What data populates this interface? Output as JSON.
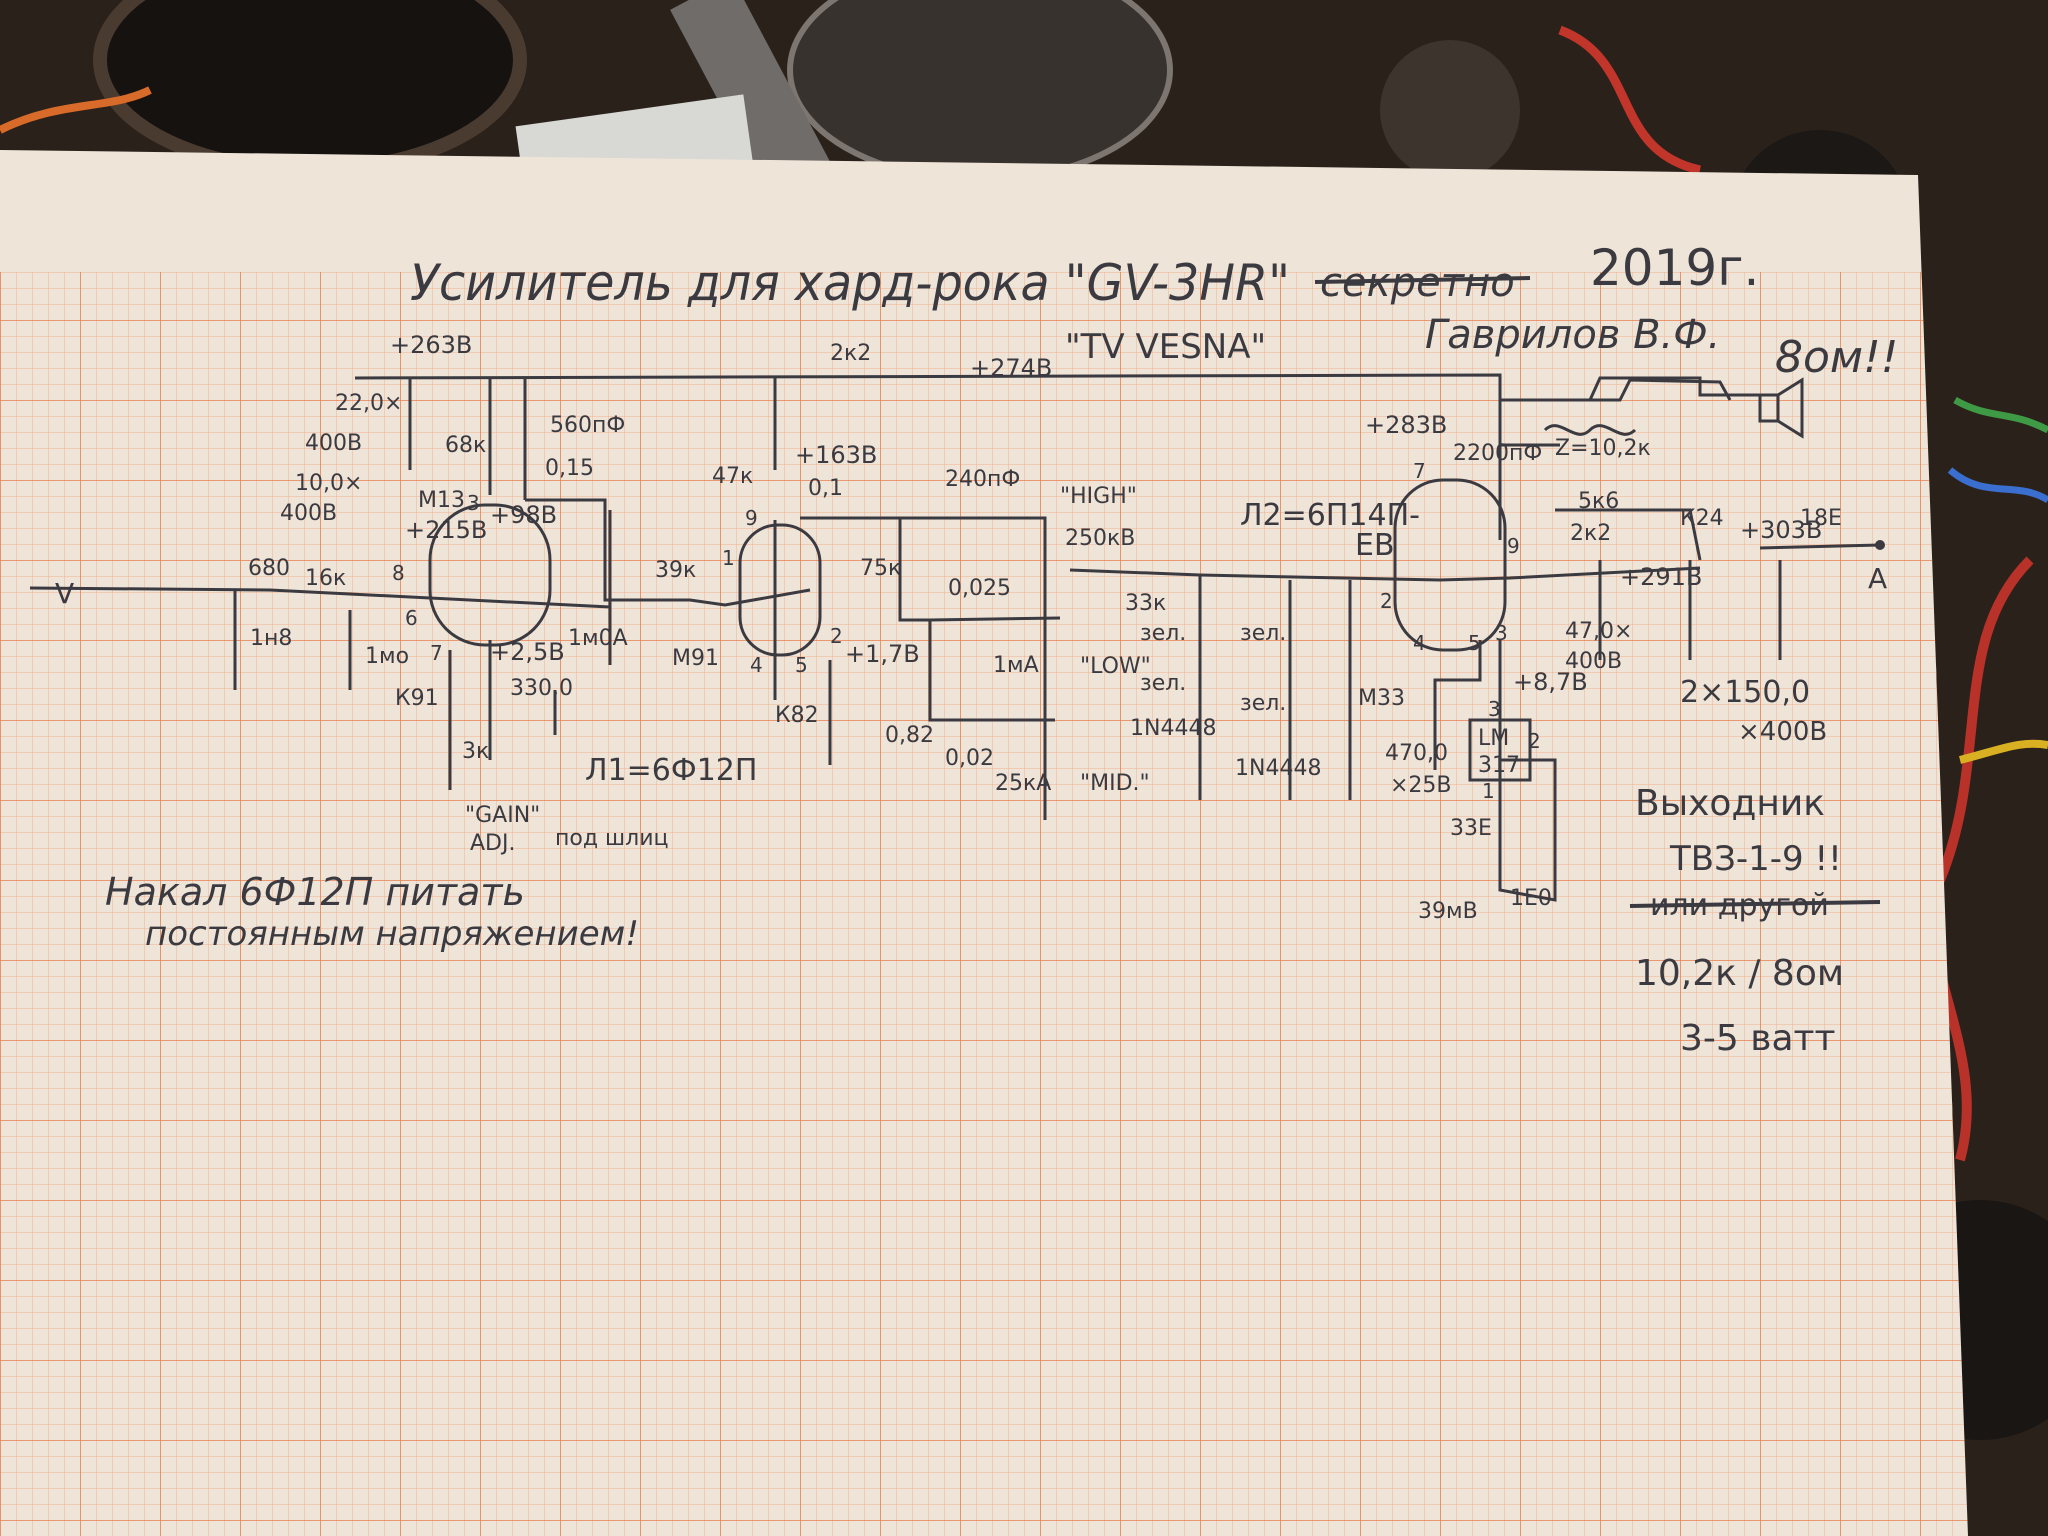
{
  "title": {
    "main": "Усилитель для хард-рока \"GV-3HR\"",
    "struck": "секретно",
    "year": "2019г."
  },
  "author": "Гаврилов В.Ф.",
  "sub_label": "\"TV VESNA\"",
  "speaker": "8ом!!",
  "tube_notes": {
    "l1": "Л1=6Ф12П",
    "l2_a": "Л2=6П14П-",
    "l2_b": "ЕВ"
  },
  "voltages": [
    "+263В",
    "+274В",
    "+283В",
    "+163В",
    "+98В",
    "+215В",
    "+2,5В",
    "+1,7В",
    "+8,7В",
    "+291В",
    "+303В"
  ],
  "components": [
    "22,0×",
    "400В",
    "10,0×",
    "400В",
    "68к",
    "560пФ",
    "0,15",
    "М13",
    "680",
    "16к",
    "1н8",
    "1мо",
    "К91",
    "330,0",
    "3к",
    "1м0А",
    "39к",
    "М91",
    "47к",
    "0,1",
    "240пФ",
    "75к",
    "0,025",
    "250кВ",
    "1мА",
    "К82",
    "0,82",
    "0,02",
    "25кА",
    "33к",
    "зел.",
    "зел.",
    "зел.",
    "зел.",
    "1N4448",
    "1N4448",
    "М33",
    "2200пФ",
    "Z=10,2к",
    "5к6",
    "2к2",
    "2к2",
    "К24",
    "18Е",
    "47,0×",
    "400В",
    "470,0",
    "×25В",
    "LM",
    "317",
    "33Е",
    "1Е0",
    "39мВ",
    "2×150,0",
    "×400В"
  ],
  "controls": {
    "high": "\"HIGH\"",
    "low": "\"LOW\"",
    "mid": "\"MID.\"",
    "gain": "\"GAIN\"",
    "adj": "ADJ.",
    "slot": "под шлиц"
  },
  "pins": [
    "3",
    "8",
    "6",
    "7",
    "1",
    "9",
    "2",
    "4",
    "5",
    "7",
    "9",
    "2",
    "4",
    "5",
    "3",
    "3",
    "1",
    "2"
  ],
  "io": {
    "in": "V",
    "out": "A"
  },
  "notes": {
    "heater_line1": "Накал 6Ф12П питать",
    "heater_line2": "постоянным напряжением!",
    "output_title": "Выходник",
    "output_model": "ТВЗ-1-9 !!",
    "output_struck": "или другой",
    "output_ratio": "10,2к / 8ом",
    "output_power": "3-5 ватт"
  },
  "colors": {
    "paper": "#efe4d8",
    "grid_minor": "#f1b08c",
    "grid_major": "#e77f50",
    "ink": "#3a3a40",
    "bench": "#241d17"
  }
}
